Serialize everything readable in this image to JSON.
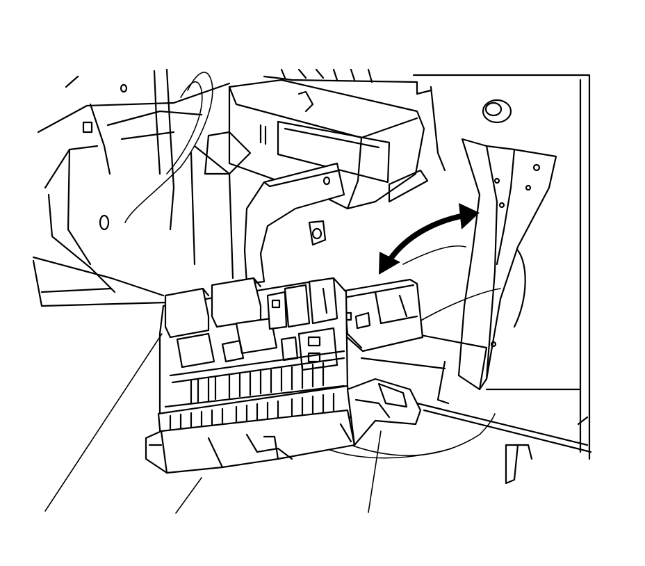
{
  "figure": {
    "kind": "technical-line-drawing",
    "subject": "fuse-and-relay-block-removal-under-dash",
    "stroke_color": "#000000",
    "background_color": "#ffffff",
    "callout_leaders": [
      "leader-1",
      "leader-2",
      "leader-3"
    ],
    "motion_indicator": "double-headed-curved-arrow"
  }
}
